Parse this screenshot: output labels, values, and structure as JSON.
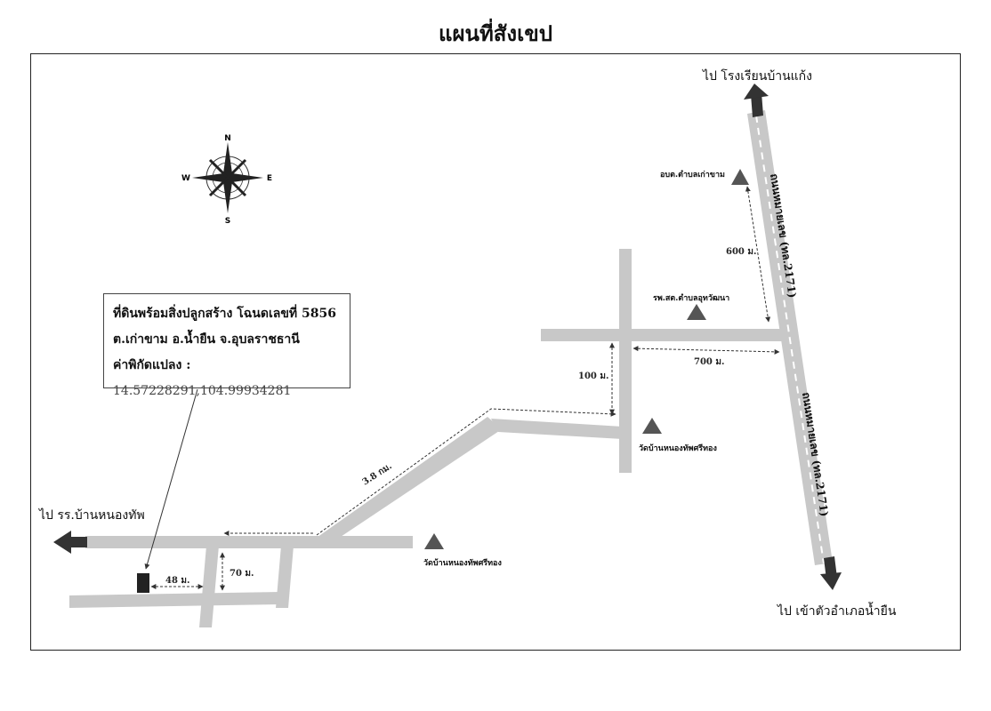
{
  "title": "แผนที่สังเขป",
  "compass": {
    "n": "N",
    "s": "S",
    "e": "E",
    "w": "W"
  },
  "destinations": {
    "top": "ไป โรงเรียนบ้านแก้ง",
    "left": "ไป รร.บ้านหนองทัพ",
    "bottom": "ไป เข้าตัวอำเภอน้ำยืน"
  },
  "road_labels": {
    "upper": "ถนนหมายเลข (ทล.2171)",
    "lower": "ถนนหมายเลข (ทล.2171)"
  },
  "landmarks": {
    "tambon_office": "อบต.ตำบลเก่าขาม",
    "health_hospital": "รพ.สต.ตำบลอุทวัฒนา",
    "temple_1": "วัดบ้านหนองทัพศรีทอง",
    "temple_2": "วัดบ้านหนองทัพศรีทอง"
  },
  "distances": {
    "d600": "600 ม.",
    "d700": "700 ม.",
    "d100": "100 ม.",
    "d3_8": "3.8 กม.",
    "d48": "48 ม.",
    "d70": "70 ม."
  },
  "info": {
    "line1": "ที่ดินพร้อมสิ่งปลูกสร้าง โฉนดเลขที่ 5856",
    "line2": "ต.เก่าขาม อ.น้ำยืน จ.อุบลราชธานี",
    "coord_label": "ค่าพิกัดแปลง :",
    "coord_value": "14.57228291,104.99934281"
  },
  "colors": {
    "road": "#c8c8c8",
    "arrow": "#333333",
    "landmark": "#555555",
    "plot": "#222222"
  },
  "icons": [
    "compass-rose-icon",
    "arrow-icon",
    "triangle-landmark-icon",
    "plot-square-icon"
  ]
}
